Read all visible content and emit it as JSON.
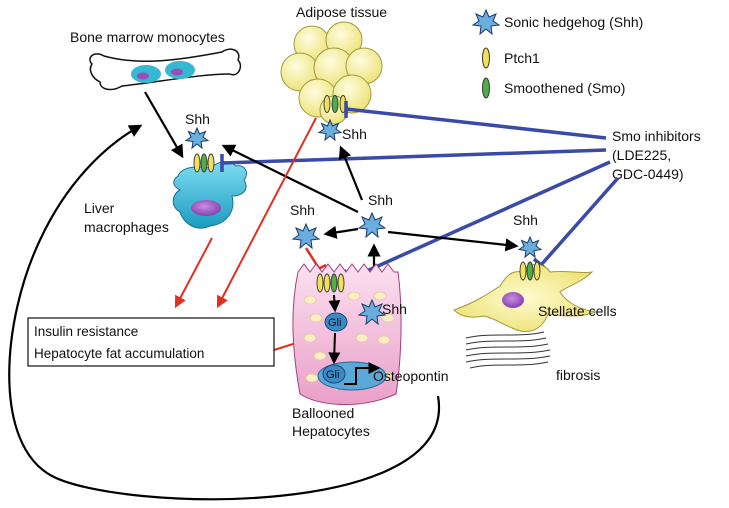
{
  "legend": {
    "shh": "Sonic hedgehog (Shh)",
    "ptch1": "Ptch1",
    "smo": "Smoothened (Smo)"
  },
  "labels": {
    "bone_marrow": "Bone marrow monocytes",
    "adipose": "Adipose tissue",
    "liver_mac_1": "Liver",
    "liver_mac_2": "macrophages",
    "smo_inh_1": "Smo inhibitors",
    "smo_inh_2": "(LDE225,",
    "smo_inh_3": "GDC-0449)",
    "insulin": "Insulin resistance",
    "fat": "Hepatocyte fat accumulation",
    "stellate": "Stellate cells",
    "fibrosis": "fibrosis",
    "ballooned_1": "Ballooned",
    "ballooned_2": "Hepatocytes",
    "osteopontin": "Osteopontin",
    "gli": "Gli"
  },
  "shh_labels": {
    "macrophage": "Shh",
    "adipose": "Shh",
    "center": "Shh",
    "left": "Shh",
    "inner": "Shh",
    "stellate": "Shh"
  },
  "colors": {
    "shh_fill": "#6aaee0",
    "ptch1_fill": "#f2e05a",
    "smo_fill": "#4fae4a",
    "inhibit": "#3a4aa8",
    "red_arrow": "#e03020",
    "macrophage": "#2bb5d2",
    "nucleus": "#9b4fb5",
    "hepatocyte": "#f2b8d8",
    "stellate": "#f5ec88",
    "adipocyte": "#f7f2a8"
  }
}
